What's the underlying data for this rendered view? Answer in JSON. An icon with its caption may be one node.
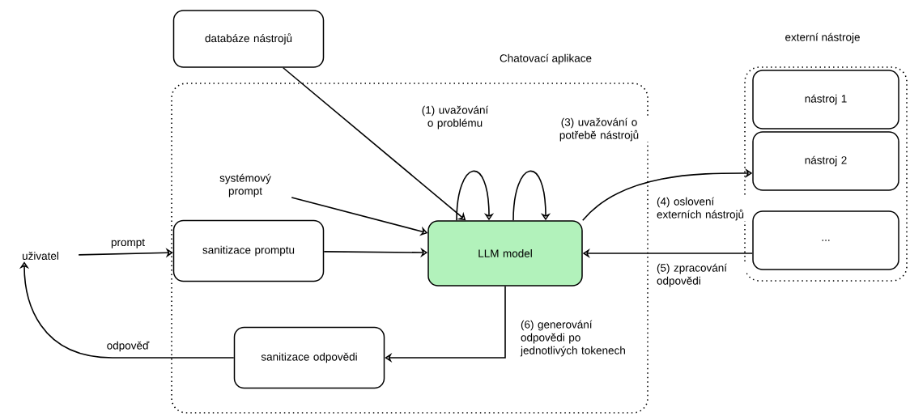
{
  "diagram": {
    "nodes": [
      {
        "text": [
          "Chatovací aplikace"
        ]
      },
      {
        "text": [
          "databáze nástrojů"
        ]
      },
      {
        "text": [
          "systémový prompt"
        ],
        "in": 0
      },
      {
        "text": [
          "sanitizace promptu"
        ],
        "in": 0
      },
      {
        "text": [
          "LLM model"
        ],
        "in": 0
      },
      {
        "text": [
          "sanitizace odpovědi"
        ],
        "in": 0
      },
      {
        "text": [
          "uživatel"
        ]
      },
      {
        "text": [
          "externí nástroje"
        ]
      },
      {
        "text": [
          "nástroj 1"
        ],
        "in": 7
      },
      {
        "text": [
          "nástroj 2"
        ],
        "in": 7
      },
      {
        "text": [
          "..."
        ],
        "in": 7
      }
    ],
    "edges": [
      {
        "from": 6,
        "to": 3,
        "arrow": "to",
        "label": "prompt"
      },
      {
        "from": 3,
        "to": 4,
        "arrow": "to"
      },
      {
        "from": 1,
        "to": 4,
        "arrow": "to"
      },
      {
        "from": 2,
        "to": 4,
        "arrow": "to"
      },
      {
        "from": 4,
        "to": 4,
        "arrow": "to",
        "label": "(1) uvažování o problému"
      },
      {
        "from": 4,
        "to": 4,
        "arrow": "to",
        "label": "(3) uvažování o potřebě nástrojů"
      },
      {
        "from": 4,
        "to": 9,
        "arrow": "to",
        "label": "(4) oslovení externích nástrojů"
      },
      {
        "from": 10,
        "to": 4,
        "arrow": "to",
        "label": "(5) zpracování odpovědi"
      },
      {
        "from": 4,
        "to": 5,
        "arrow": "to",
        "label": "(6) generování odpovědi po jednotlivých tokenech"
      },
      {
        "from": 5,
        "to": 6,
        "arrow": "to",
        "label": "odpověď"
      }
    ]
  }
}
